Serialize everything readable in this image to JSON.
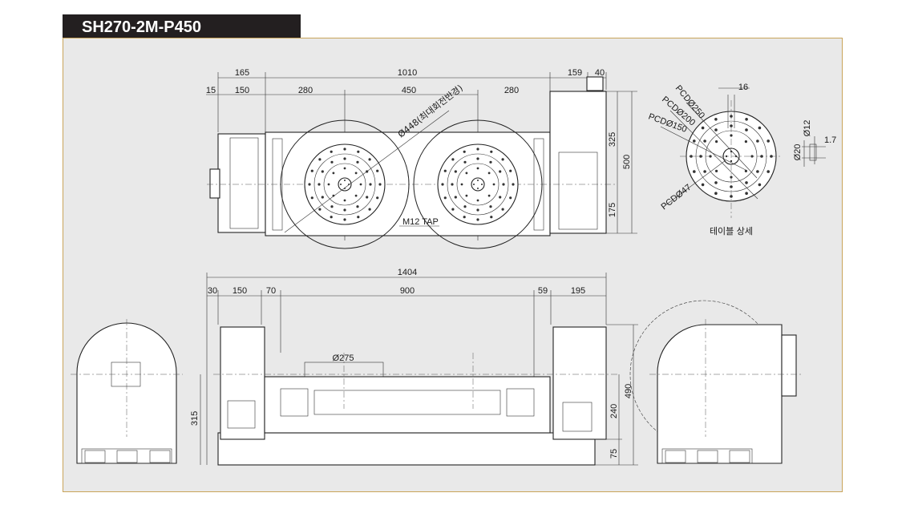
{
  "model": "SH270-2M-P450",
  "top_view": {
    "dims_top": [
      "165",
      "1010",
      "159",
      "40"
    ],
    "dims_second": [
      "15",
      "150",
      "280",
      "450",
      "280"
    ],
    "dims_right": [
      "325",
      "500",
      "175"
    ],
    "diameter_label": "Ø448(최대회전반경)",
    "tap_label": "M12 TAP"
  },
  "table_detail": {
    "pcd_labels": [
      "PCDØ250",
      "PCDØ200",
      "PCDØ150",
      "PCDØ47"
    ],
    "slot_width": "16",
    "shaft_dims": [
      "Ø20",
      "Ø12",
      "1.7"
    ],
    "caption": "테이블 상세"
  },
  "front_view": {
    "overall_width": "1404",
    "dims": [
      "30",
      "150",
      "70",
      "900",
      "59",
      "195"
    ],
    "bore_label": "Ø275",
    "left_height": "315",
    "right_heights": [
      "490",
      "240",
      "75"
    ]
  },
  "colors": {
    "frame_border": "#c9a45a",
    "frame_fill": "#e9e9e9",
    "title_bg": "#231f20"
  }
}
